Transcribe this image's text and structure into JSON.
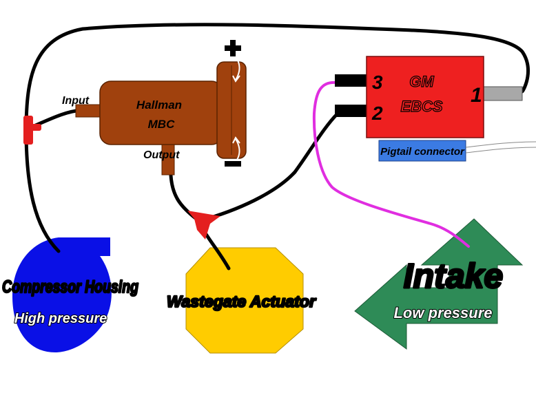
{
  "mbc": {
    "line1": "Hallman",
    "line2": "MBC",
    "input_label": "Input",
    "output_label": "Output"
  },
  "ebcs": {
    "line1": "GM",
    "line2": "EBCS",
    "port1": "1",
    "port2": "2",
    "port3": "3",
    "pigtail_label": "Pigtail connector"
  },
  "compressor": {
    "title": "Compressor Housing",
    "subtitle": "High pressure"
  },
  "wastegate": {
    "title": "Wastegate Actuator"
  },
  "intake": {
    "title": "Intake",
    "subtitle": "Low pressure"
  },
  "colors": {
    "mbc_body": "#a0410d",
    "ebcs_body": "#ee2020",
    "pigtail": "#3b7be3",
    "compressor": "#0a10e6",
    "wastegate": "#ffcc00",
    "intake": "#2e8b57",
    "tee": "#e41f1f",
    "hose": "#000000",
    "vent_hose": "#e02ee0"
  }
}
